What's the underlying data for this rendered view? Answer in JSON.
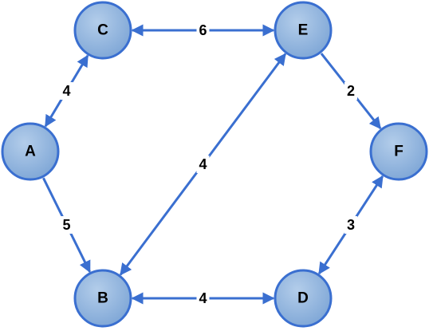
{
  "colors": {
    "node_fill_light": "#b3cdea",
    "node_fill_dark": "#7ea6d6",
    "node_stroke": "#3a6fd0",
    "edge": "#3a6fd0",
    "label": "#000000"
  },
  "nodes": [
    {
      "id": "A",
      "label": "A"
    },
    {
      "id": "B",
      "label": "B"
    },
    {
      "id": "C",
      "label": "C"
    },
    {
      "id": "D",
      "label": "D"
    },
    {
      "id": "E",
      "label": "E"
    },
    {
      "id": "F",
      "label": "F"
    }
  ],
  "edges": [
    {
      "from": "C",
      "to": "E",
      "weight": "6",
      "direction": "both"
    },
    {
      "from": "A",
      "to": "C",
      "weight": "4",
      "direction": "both"
    },
    {
      "from": "E",
      "to": "F",
      "weight": "2",
      "direction": "forward"
    },
    {
      "from": "B",
      "to": "E",
      "weight": "4",
      "direction": "both"
    },
    {
      "from": "A",
      "to": "B",
      "weight": "5",
      "direction": "forward"
    },
    {
      "from": "D",
      "to": "F",
      "weight": "3",
      "direction": "both"
    },
    {
      "from": "B",
      "to": "D",
      "weight": "4",
      "direction": "both"
    }
  ]
}
